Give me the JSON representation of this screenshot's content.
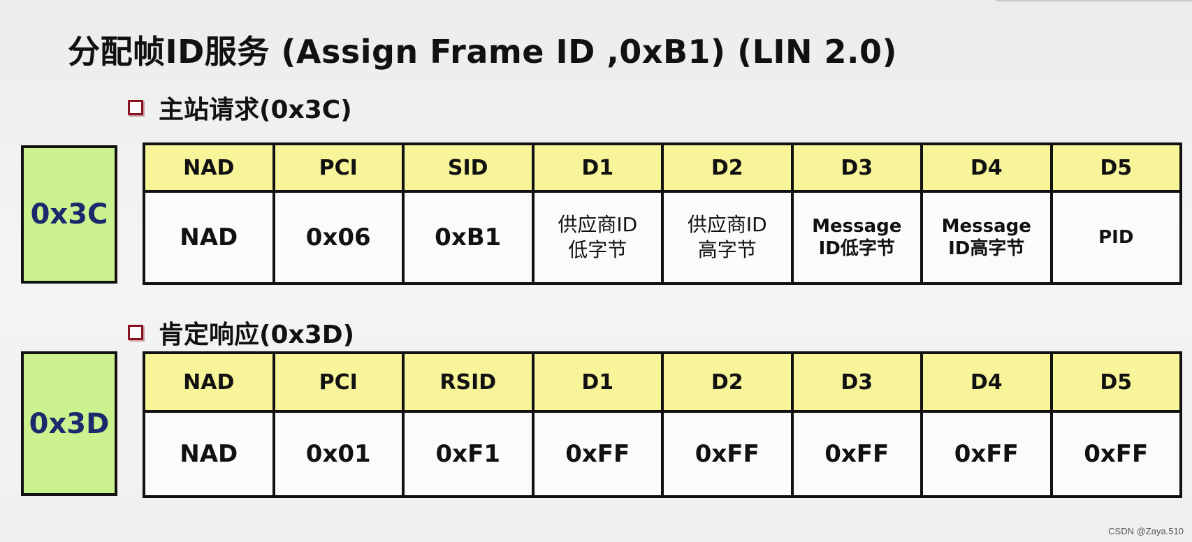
{
  "title": "分配帧ID服务 (Assign Frame ID ,0xB1) (LIN 2.0)",
  "request": {
    "heading": "主站请求(0x3C)",
    "id": "0x3C",
    "headers": [
      "NAD",
      "PCI",
      "SID",
      "D1",
      "D2",
      "D3",
      "D4",
      "D5"
    ],
    "values": [
      [
        "NAD"
      ],
      [
        "0x06"
      ],
      [
        "0xB1"
      ],
      [
        "供应商ID",
        "低字节"
      ],
      [
        "供应商ID",
        "高字节"
      ],
      [
        "Message",
        "ID低字节"
      ],
      [
        "Message",
        "ID高字节"
      ],
      [
        "PID"
      ]
    ]
  },
  "response": {
    "heading": "肯定响应(0x3D)",
    "id": "0x3D",
    "headers": [
      "NAD",
      "PCI",
      "RSID",
      "D1",
      "D2",
      "D3",
      "D4",
      "D5"
    ],
    "values": [
      "NAD",
      "0x01",
      "0xF1",
      "0xFF",
      "0xFF",
      "0xFF",
      "0xFF",
      "0xFF"
    ]
  },
  "watermark": "CSDN @Zaya.510",
  "colors": {
    "header_fill": "#f7f49a",
    "id_box_fill": "#ccf28f",
    "id_text": "#1a2a6c",
    "bullet": "#8b1020"
  }
}
